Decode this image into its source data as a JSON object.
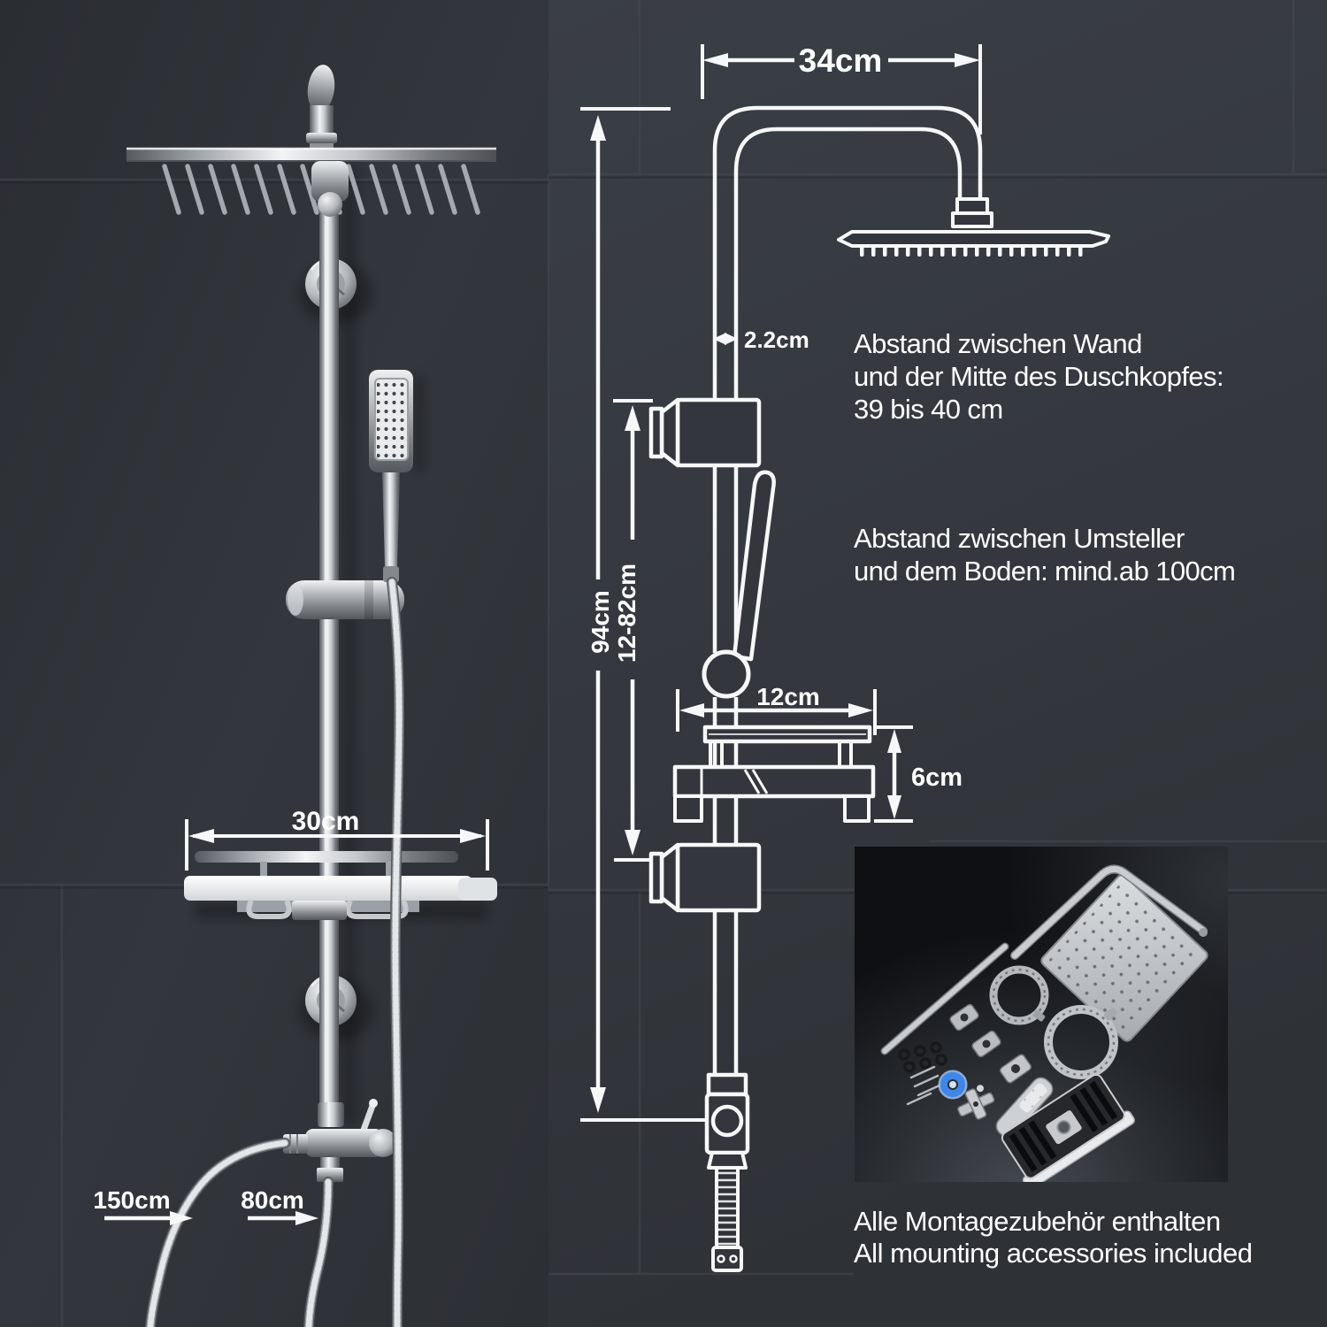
{
  "photo": {
    "shelf_width_label": "30cm",
    "long_hose_label": "150cm",
    "short_hose_label": "80cm"
  },
  "diagram": {
    "arm_length_label": "34cm",
    "pipe_diameter_label": "2.2cm",
    "bar_height_label": "94cm",
    "bracket_range_label": "12-82cm",
    "tray_width_label": "12cm",
    "tray_depth_label": "6cm",
    "note_wall_distance": {
      "line1": "Abstand zwischen Wand",
      "line2": "und der Mitte des Duschkopfes:",
      "line3": "39 bis 40 cm"
    },
    "note_floor_distance": {
      "line1": "Abstand zwischen Umsteller",
      "line2": "und dem Boden: mind.ab 100cm"
    }
  },
  "accessories_box": {
    "caption_de": "Alle Montagezubehör enthalten",
    "caption_en": "All mounting accessories included"
  },
  "colors": {
    "wall": "#32363c",
    "diagram_line": "#f6f7f8",
    "text": "#ffffff",
    "teflon_tape": "#3f86e8",
    "chrome_highlight": "#f2f4f6"
  }
}
